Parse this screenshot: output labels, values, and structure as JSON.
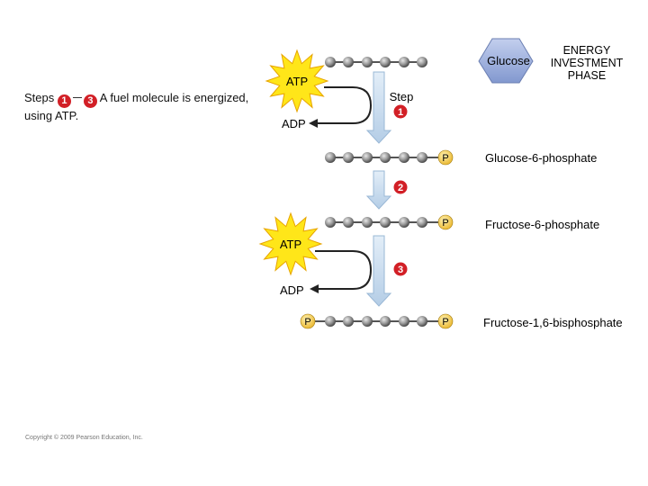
{
  "phase_title": {
    "line1": "ENERGY",
    "line2": "INVESTMENT",
    "line3": "PHASE"
  },
  "glucose_label": "Glucose",
  "intro": {
    "steps_word": "Steps",
    "first_step": "1",
    "last_step": "3",
    "text_after": "A fuel molecule is energized,",
    "line2": "using ATP."
  },
  "step_word": "Step",
  "step_numbers": [
    "1",
    "2",
    "3"
  ],
  "atp_label": "ATP",
  "adp_label": "ADP",
  "phosphate_label": "P",
  "molecules": {
    "g6p": "Glucose-6-phosphate",
    "f6p": "Fructose-6-phosphate",
    "f16bp": "Fructose-1,6-bisphosphate"
  },
  "copyright": "Copyright © 2009 Pearson Education, Inc.",
  "colors": {
    "step_badge": "#d21f26",
    "starburst": "#ffe619",
    "starburst_stroke": "#e7a400",
    "hexagon": "#9fb1dc",
    "down_arrow": "#c9dcef",
    "bead_gray": "#8e8e8e",
    "phosphate": "#f3c74a"
  }
}
